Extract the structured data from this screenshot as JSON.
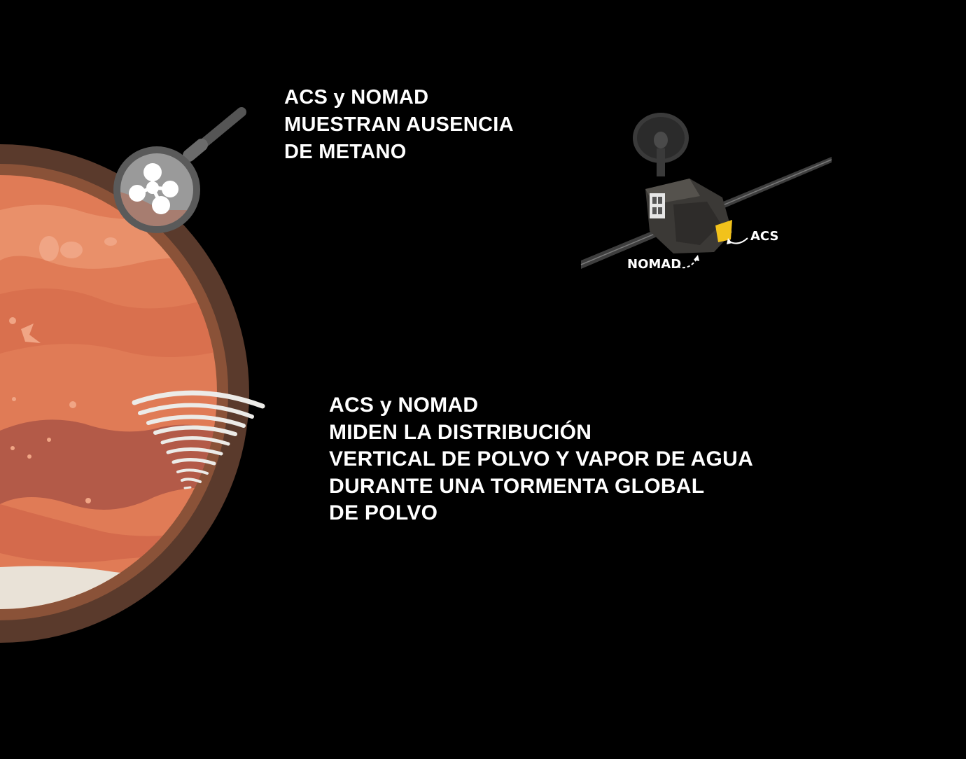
{
  "captions": {
    "top": {
      "lines": [
        "ACS y NOMAD",
        "MUESTRAN AUSENCIA",
        "DE METANO"
      ]
    },
    "bottom": {
      "lines": [
        "ACS y NOMAD",
        "MIDEN LA DISTRIBUCIÓN",
        "VERTICAL DE POLVO Y VAPOR DE AGUA",
        "DURANTE UNA TORMENTA GLOBAL",
        "DE POLVO"
      ]
    }
  },
  "spacecraft": {
    "labels": {
      "acs": "ACS",
      "nomad": "NOMAD"
    }
  },
  "icons": {
    "planet": "mars-planet-icon",
    "magnifier": "magnifying-glass-icon",
    "molecule": "methane-molecule-icon",
    "tornado": "dust-storm-icon",
    "spacecraft": "trace-gas-orbiter-icon"
  },
  "colors": {
    "background": "#000000",
    "text": "#ffffff",
    "planet_rim": "#5a3a2c",
    "planet_surface": "#e07b56",
    "planet_band": "#b35a48",
    "polar_cap": "#e9e2d7",
    "instrument_acs": "#f2c21b"
  }
}
